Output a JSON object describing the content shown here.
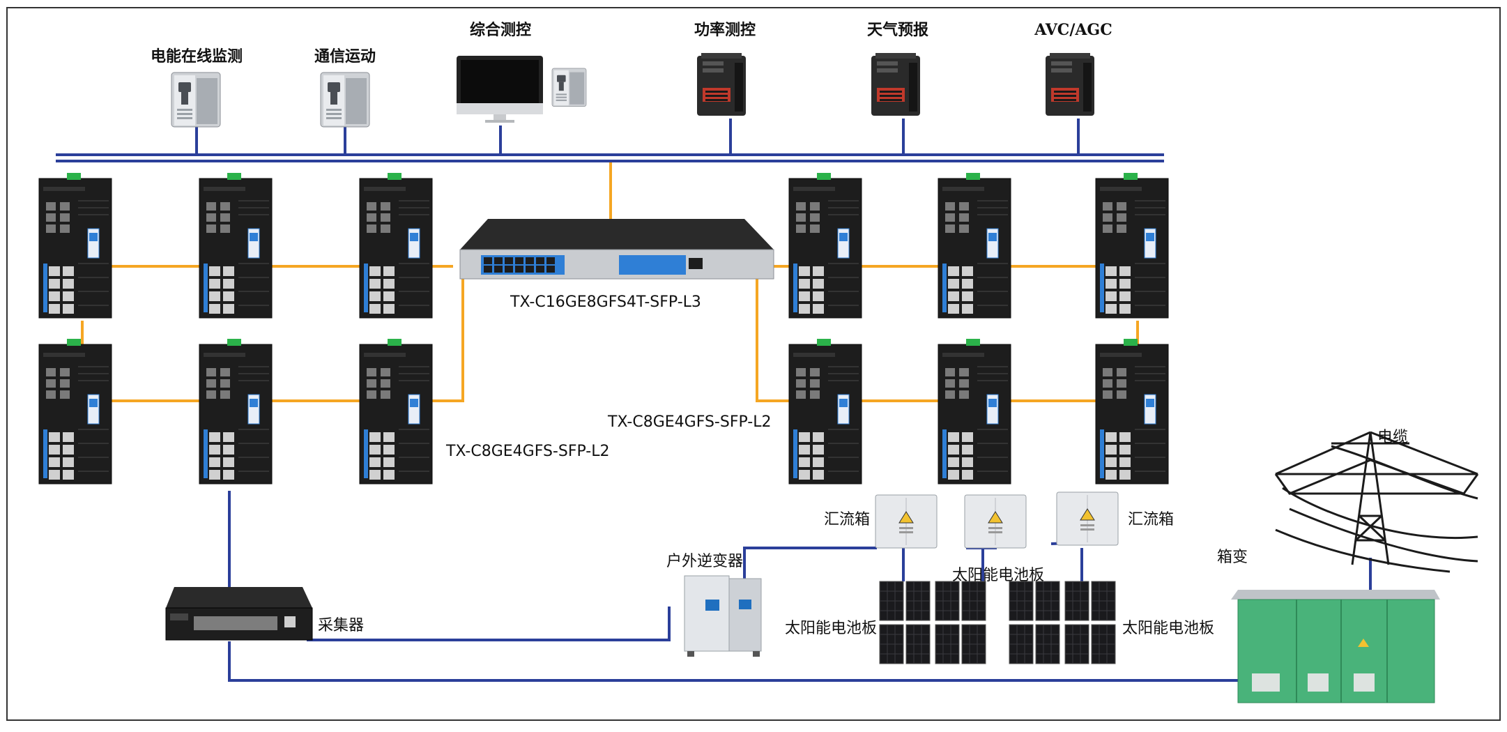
{
  "colors": {
    "bus": "#2b3f9a",
    "fiber": "#f5a623",
    "border": "#333333",
    "switch_body": "#1b1b1b",
    "port_blue": "#2f7fd6",
    "green_terminal": "#2bb24a",
    "cabinet": "#49b37a"
  },
  "top_labels": {
    "power_quality": "电能在线监测",
    "comm_ops": "通信运动",
    "integrated": "综合测控",
    "power_control": "功率测控",
    "weather": "天气预报",
    "avc_agc": "AVC/AGC"
  },
  "switch_labels": {
    "core": "TX-C16GE8GFS4T-SFP-L3",
    "left_bottom": "TX-C8GE4GFS-SFP-L2",
    "right_bottom": "TX-C8GE4GFS-SFP-L2"
  },
  "field_labels": {
    "combiner_left": "汇流箱",
    "combiner_right": "汇流箱",
    "inverter": "户外逆变器",
    "solar_top": "太阳能电池板",
    "solar_left": "太阳能电池板",
    "solar_right": "太阳能电池板",
    "collector": "采集器",
    "box_transformer": "箱变",
    "cable": "电缆"
  },
  "icons": {
    "server": "server-tower-icon",
    "monitor": "desktop-monitor-icon",
    "rack_server": "rack-server-icon",
    "industrial_switch": "industrial-switch-icon",
    "core_switch": "rack-switch-icon",
    "combiner": "combiner-box-icon",
    "inverter": "inverter-icon",
    "solar_panel": "solar-panel-icon",
    "transformer": "box-transformer-icon",
    "pylon": "transmission-tower-icon"
  }
}
